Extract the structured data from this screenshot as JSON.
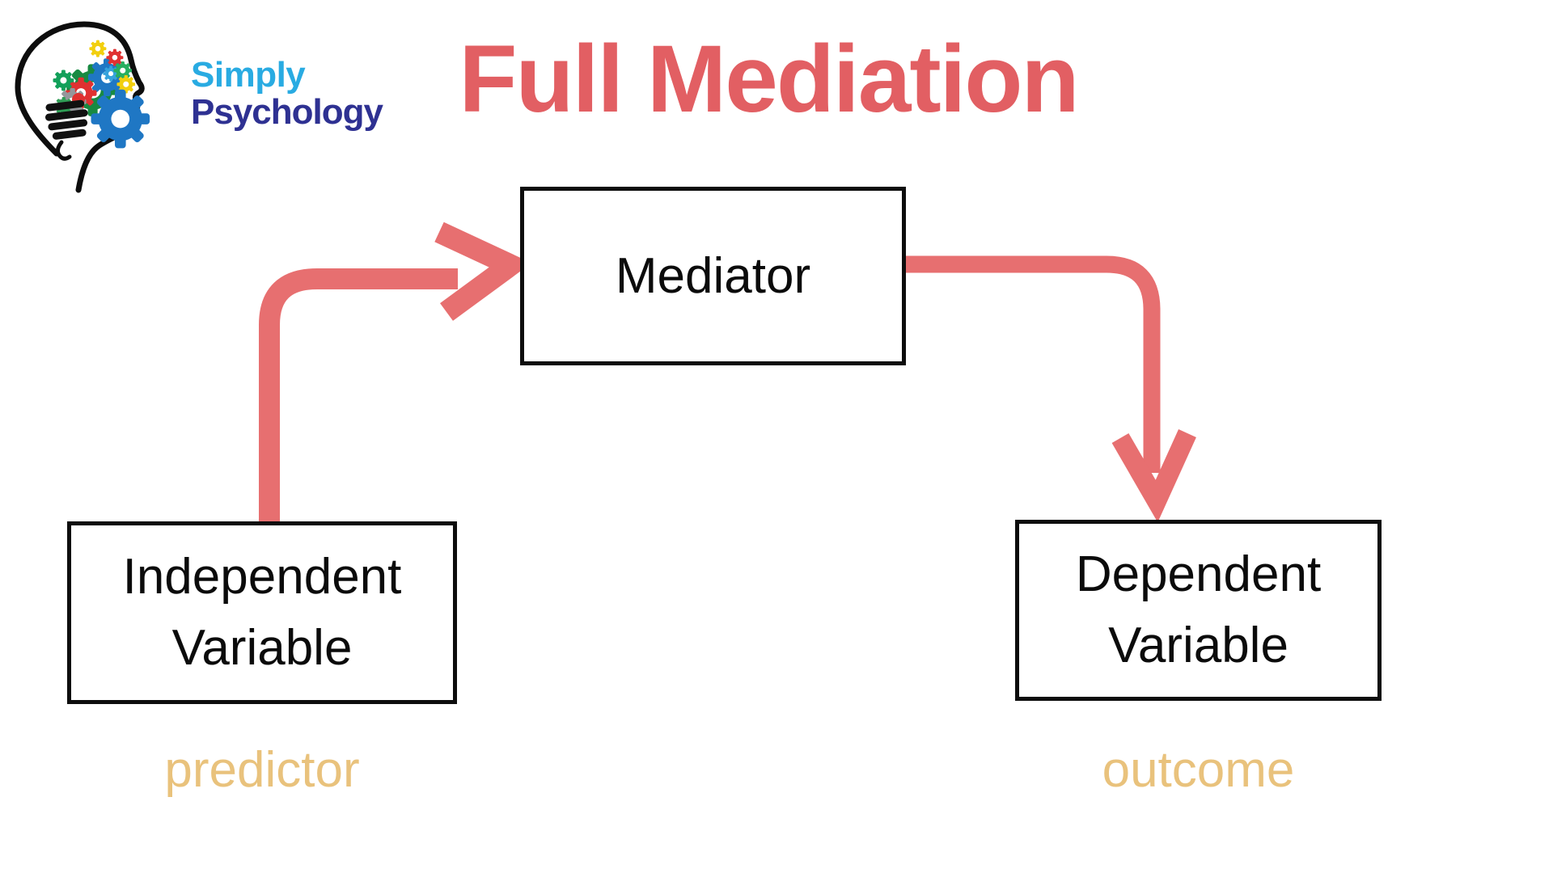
{
  "colors": {
    "title": "#e25f63",
    "arrow": "#e76f70",
    "sublabel": "#e9c27c",
    "box-border": "#0d0d0d",
    "brand-top": "#29abe2",
    "brand-bottom": "#2e3192"
  },
  "logo": {
    "brand_line1": "Simply",
    "brand_line2": "Psychology"
  },
  "header": {
    "title": "Full Mediation"
  },
  "diagram": {
    "type": "mediation-flowchart",
    "nodes": [
      {
        "id": "mediator",
        "label": "Mediator"
      },
      {
        "id": "independent-variable",
        "line1": "Independent",
        "line2": "Variable",
        "role_label": "predictor"
      },
      {
        "id": "dependent-variable",
        "line1": "Dependent",
        "line2": "Variable",
        "role_label": "outcome"
      }
    ],
    "edges": [
      {
        "from": "independent-variable",
        "to": "mediator"
      },
      {
        "from": "mediator",
        "to": "dependent-variable"
      }
    ]
  }
}
